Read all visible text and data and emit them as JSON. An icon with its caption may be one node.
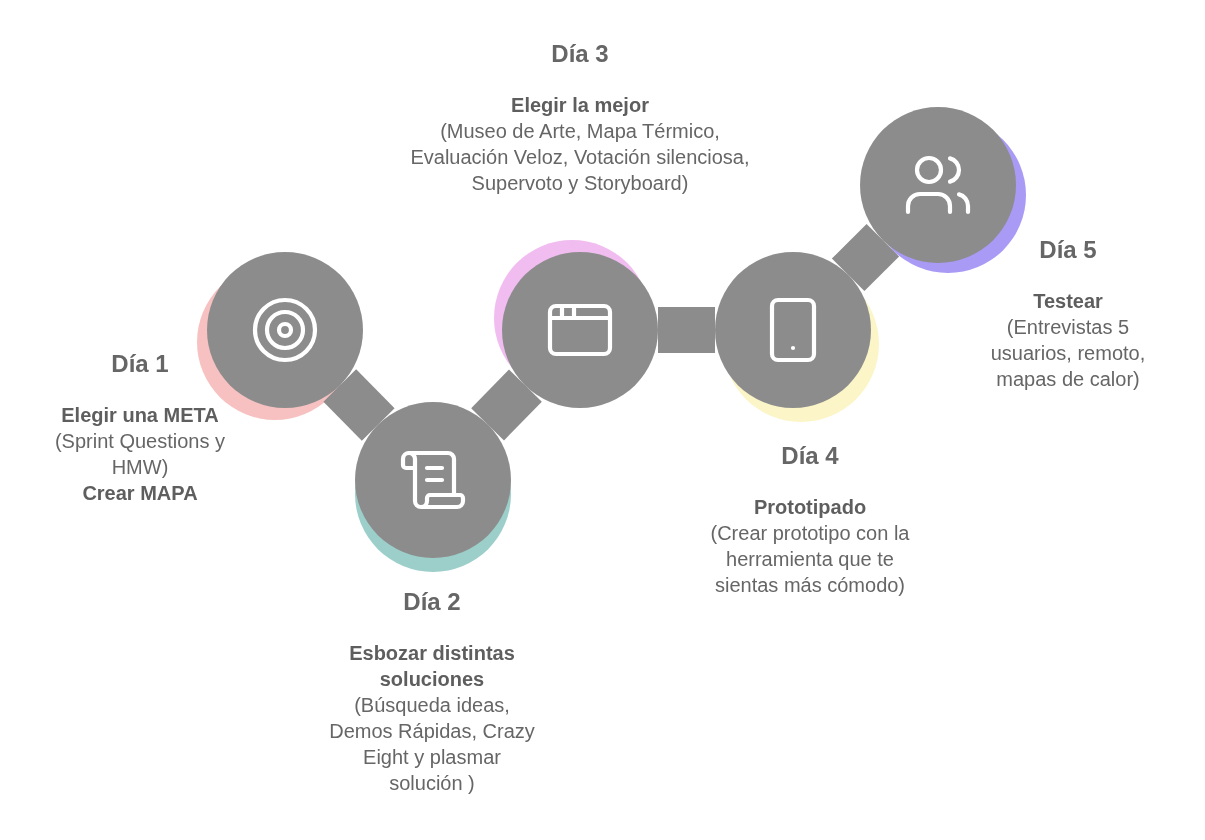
{
  "diagram": {
    "nodes": [
      {
        "text": [],
        "shape": "circle",
        "beside": [
          "Día 1",
          "**Elegir una META** (Sprint Questions y HMW) **Crear MAPA**"
        ]
      },
      {
        "text": [],
        "shape": "circle",
        "beside": [
          "Día 2",
          "**Esbozar distintas soluciones** (Búsqueda ideas, Demos Rápidas, Crazy Eight y plasmar solución )"
        ]
      },
      {
        "text": [],
        "shape": "circle",
        "beside": [
          "Día 3",
          "**Elegir la mejor** (Museo de Arte, Mapa Térmico, Evaluación Veloz, Votación silenciosa, Supervoto y Storyboard)"
        ]
      },
      {
        "text": [],
        "shape": "circle",
        "beside": [
          "Día 4",
          "**Prototipado** (Crear prototipo con la herramienta que te sientas más cómodo)"
        ]
      },
      {
        "text": [],
        "shape": "circle",
        "beside": [
          "Día 5",
          "**Testear** (Entrevistas 5 usuarios, remoto, mapas de calor)"
        ]
      }
    ],
    "edges": [
      {
        "from": 0,
        "to": 1,
        "arrow": "none"
      },
      {
        "from": 1,
        "to": 2,
        "arrow": "none"
      },
      {
        "from": 2,
        "to": 3,
        "arrow": "none"
      },
      {
        "from": 3,
        "to": 4,
        "arrow": "none"
      }
    ]
  }
}
